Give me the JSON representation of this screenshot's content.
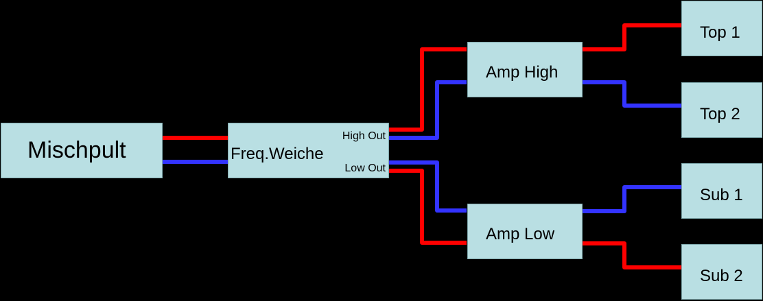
{
  "colors": {
    "background": "#000000",
    "box_fill": "#b9dfe3",
    "signal_red": "#ff0000",
    "signal_blue": "#3333ff"
  },
  "nodes": {
    "mischpult": {
      "label": "Mischpult"
    },
    "weiche": {
      "label": "Freq.Weiche",
      "high_out": "High Out",
      "low_out": "Low Out"
    },
    "amp_high": {
      "label": "Amp High"
    },
    "amp_low": {
      "label": "Amp Low"
    },
    "top1": {
      "label": "Top 1"
    },
    "top2": {
      "label": "Top 2"
    },
    "sub1": {
      "label": "Sub 1"
    },
    "sub2": {
      "label": "Sub 2"
    }
  },
  "edges": [
    {
      "from": "mischpult",
      "to": "weiche",
      "color": "red"
    },
    {
      "from": "mischpult",
      "to": "weiche",
      "color": "blue"
    },
    {
      "from": "weiche.high_out",
      "to": "amp_high",
      "color": "red"
    },
    {
      "from": "weiche.high_out",
      "to": "amp_high",
      "color": "blue"
    },
    {
      "from": "weiche.low_out",
      "to": "amp_low",
      "color": "blue"
    },
    {
      "from": "weiche.low_out",
      "to": "amp_low",
      "color": "red"
    },
    {
      "from": "amp_high",
      "to": "top1",
      "color": "red"
    },
    {
      "from": "amp_high",
      "to": "top2",
      "color": "blue"
    },
    {
      "from": "amp_low",
      "to": "sub1",
      "color": "blue"
    },
    {
      "from": "amp_low",
      "to": "sub2",
      "color": "red"
    }
  ]
}
